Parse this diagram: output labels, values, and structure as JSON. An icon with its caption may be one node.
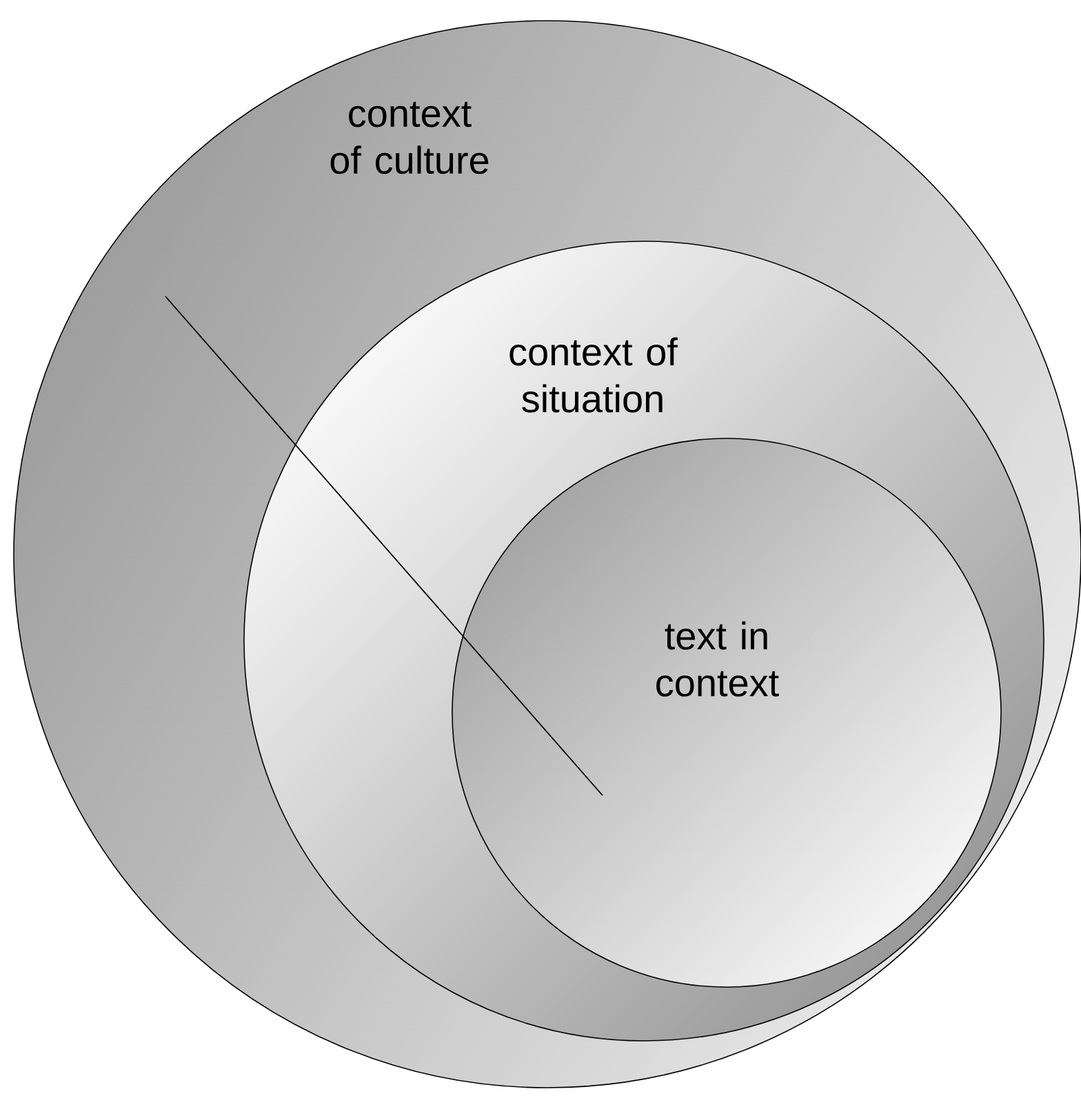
{
  "diagram": {
    "nodes": [
      {
        "text": [
          "context of culture"
        ]
      },
      {
        "text": [
          "context of situation"
        ],
        "in": 0
      },
      {
        "text": [
          "text in context"
        ],
        "in": 1
      }
    ],
    "edges": [
      {
        "from": 0,
        "to": 2,
        "arrow": "none"
      }
    ]
  }
}
